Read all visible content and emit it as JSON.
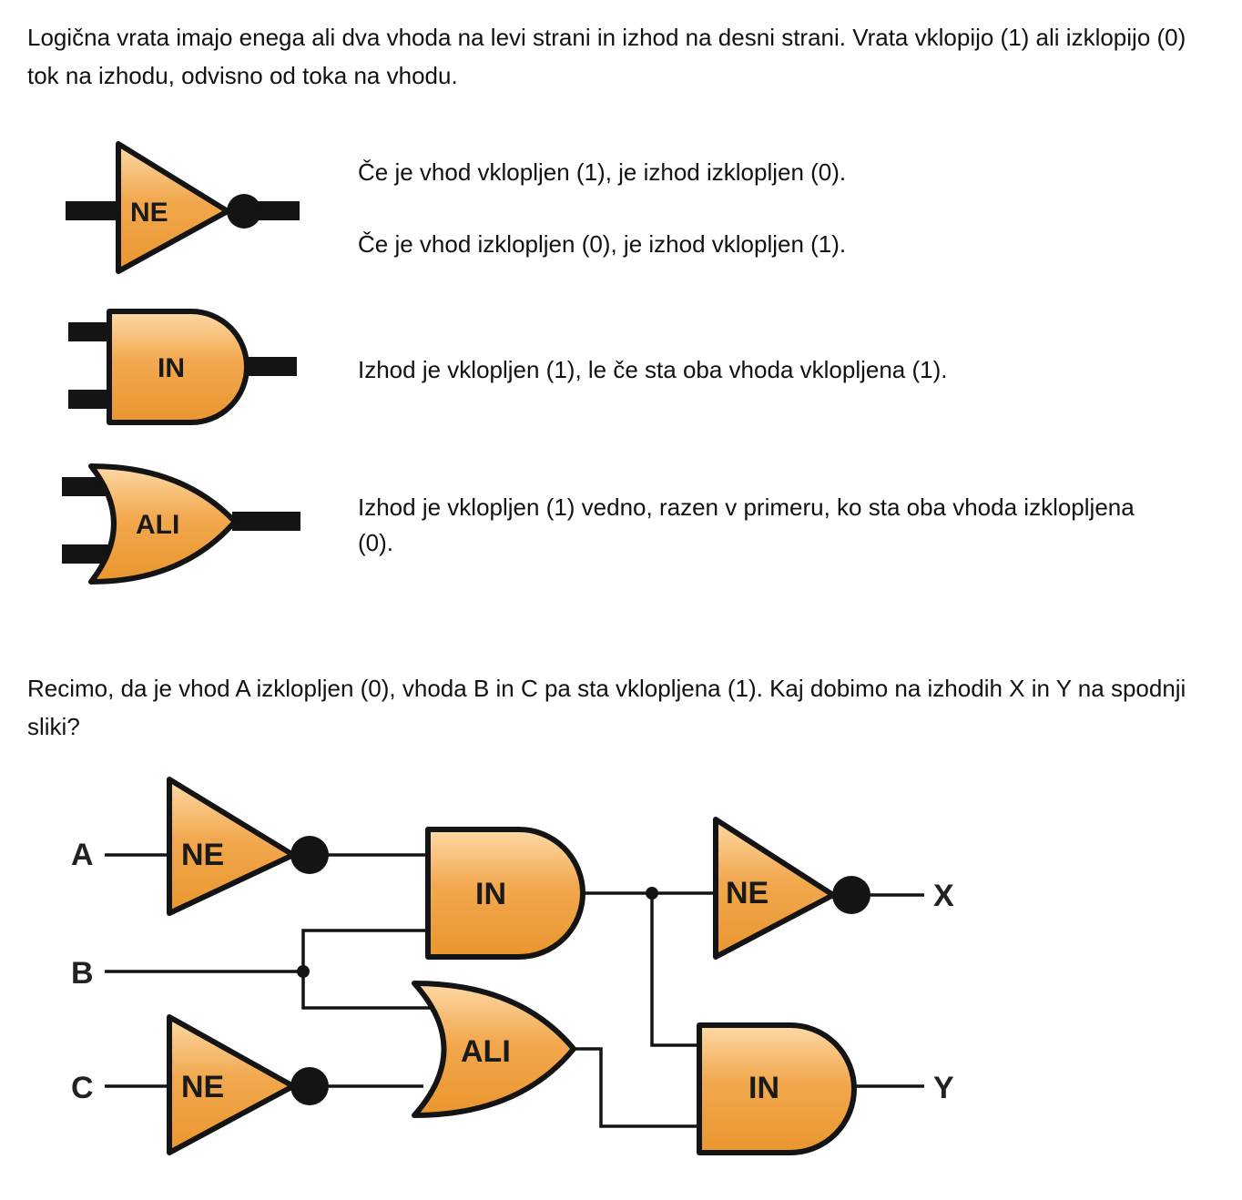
{
  "intro": "Logična vrata imajo enega ali dva vhoda na levi strani in izhod na desni strani. Vrata vklopijo (1) ali izklopijo (0) tok na izhodu, odvisno od toka na vhodu.",
  "legend": {
    "not_label": "NE",
    "not_desc_1": "Če je vhod vklopljen (1), je izhod izklopljen (0).",
    "not_desc_2": "Če je vhod izklopljen (0), je izhod vklopljen (1).",
    "and_label": "IN",
    "and_desc": "Izhod je vklopljen (1), le če sta oba vhoda vklopljena (1).",
    "or_label": "ALI",
    "or_desc": "Izhod je vklopljen (1) vedno, razen v primeru, ko sta oba vhoda izklopljena (0)."
  },
  "question": "Recimo, da je vhod A izklopljen (0), vhoda B in C pa sta vklopljena (1). Kaj dobimo na izhodih X in Y na spodnji sliki?",
  "circuit": {
    "inputs": [
      "A",
      "B",
      "C"
    ],
    "outputs": [
      "X",
      "Y"
    ],
    "gates": [
      "NE",
      "NE",
      "IN",
      "ALI",
      "NE",
      "IN"
    ]
  },
  "colors": {
    "gate_fill": "#f0a64a",
    "gate_stroke": "#141414",
    "wire": "#141414"
  }
}
